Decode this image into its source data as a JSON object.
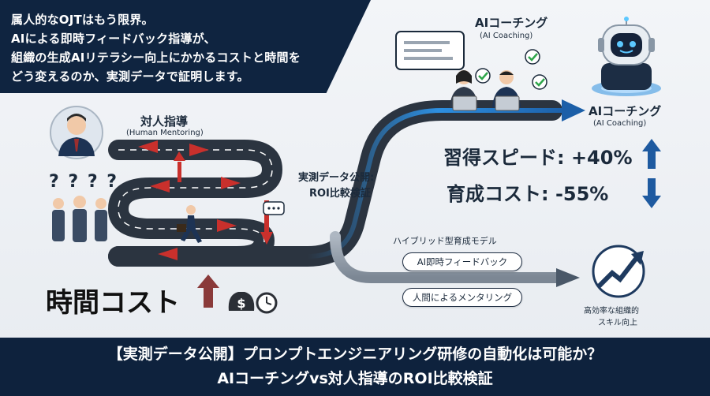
{
  "intro": {
    "lines": [
      "属人的なOJTはもう限界。",
      "AIによる即時フィードバック指導が、",
      "組織の生成AIリテラシー向上にかかるコストと時間を",
      "どう変えるのか、実測データで証明します。"
    ]
  },
  "human": {
    "title_jp": "対人指導",
    "title_en": "(Human Mentoring)",
    "question_marks": "? ? ? ?",
    "time_cost": "時間コスト"
  },
  "center": {
    "line1": "実測データ公開:",
    "line2": "ROI比較検証"
  },
  "ai_top": {
    "title_jp": "AIコーチング",
    "title_en": "(AI Coaching)"
  },
  "ai_right": {
    "title_jp": "AIコーチング",
    "title_en": "(AI Coaching)"
  },
  "metrics": {
    "speed": "習得スピード: +40%",
    "cost": "育成コスト: -55%"
  },
  "hybrid": {
    "title": "ハイブリッド型育成モデル",
    "pill1": "AI即時フィードバック",
    "pill2": "人間によるメンタリング",
    "result_line1": "高効率な組織的",
    "result_line2": "スキル向上"
  },
  "bottom": {
    "line1": "【実測データ公開】プロンプトエンジニアリング研修の自動化は可能か？",
    "line2": "AIコーチングvs対人指導のROI比較検証"
  },
  "colors": {
    "navy": "#0e223d",
    "red_arrow": "#c9302c",
    "blue_glow": "#2d8fe0",
    "road": "#2b3440"
  }
}
